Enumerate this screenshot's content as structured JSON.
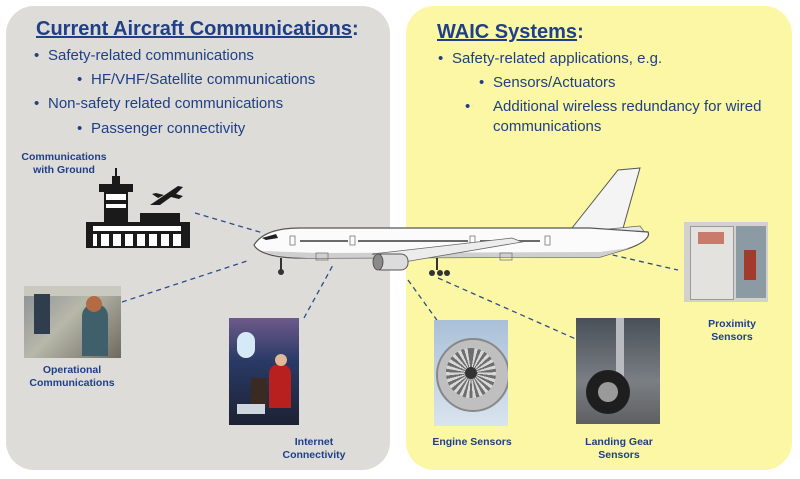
{
  "left": {
    "title": "Current Aircraft Communications",
    "colon": ":",
    "items": [
      {
        "text": "Safety-related communications"
      },
      {
        "text": "HF/VHF/Satellite communications"
      },
      {
        "text": "Non-safety related communications"
      },
      {
        "text": "Passenger connectivity"
      }
    ]
  },
  "right": {
    "title": "WAIC Systems",
    "colon": ":",
    "items": [
      {
        "text": "Safety-related applications, e.g."
      },
      {
        "text": "Sensors/Actuators"
      },
      {
        "text": "Additional wireless redundancy for wired communications"
      }
    ]
  },
  "labels": {
    "ground": "Communications with Ground",
    "operational": "Operational Communications",
    "internet": "Internet Connectivity",
    "engine": "Engine Sensors",
    "landing": "Landing Gear Sensors",
    "proximity": "Proximity Sensors"
  },
  "bullet_char": "•",
  "colors": {
    "text": "#1f3f86",
    "left_panel": "#dedcd8",
    "right_panel": "#fbf7a4"
  }
}
